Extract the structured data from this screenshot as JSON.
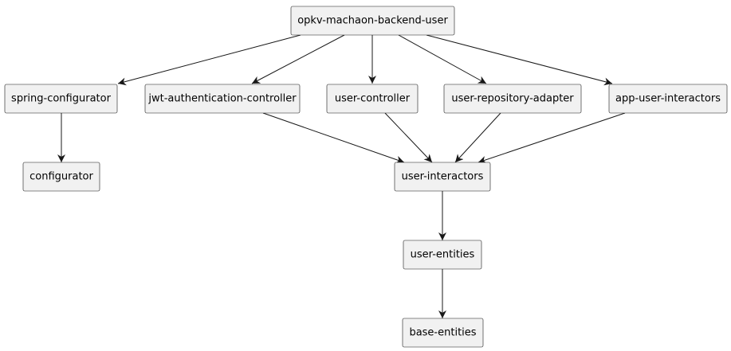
{
  "diagram": {
    "type": "dependency-graph",
    "nodes": {
      "backend_user": "opkv-machaon-backend-user",
      "spring_configurator": "spring-configurator",
      "jwt_auth_controller": "jwt-authentication-controller",
      "user_controller": "user-controller",
      "user_repository_adapter": "user-repository-adapter",
      "app_user_interactors": "app-user-interactors",
      "configurator": "configurator",
      "user_interactors": "user-interactors",
      "user_entities": "user-entities",
      "base_entities": "base-entities"
    },
    "edges": [
      {
        "from": "backend_user",
        "to": "spring_configurator"
      },
      {
        "from": "backend_user",
        "to": "jwt_auth_controller"
      },
      {
        "from": "backend_user",
        "to": "user_controller"
      },
      {
        "from": "backend_user",
        "to": "user_repository_adapter"
      },
      {
        "from": "backend_user",
        "to": "app_user_interactors"
      },
      {
        "from": "spring_configurator",
        "to": "configurator"
      },
      {
        "from": "jwt_auth_controller",
        "to": "user_interactors"
      },
      {
        "from": "user_controller",
        "to": "user_interactors"
      },
      {
        "from": "user_repository_adapter",
        "to": "user_interactors"
      },
      {
        "from": "app_user_interactors",
        "to": "user_interactors"
      },
      {
        "from": "user_interactors",
        "to": "user_entities"
      },
      {
        "from": "user_entities",
        "to": "base_entities"
      }
    ],
    "colors": {
      "node_fill": "#f1f1f1",
      "node_border": "#181818",
      "edge": "#181818",
      "text": "#000000"
    }
  }
}
